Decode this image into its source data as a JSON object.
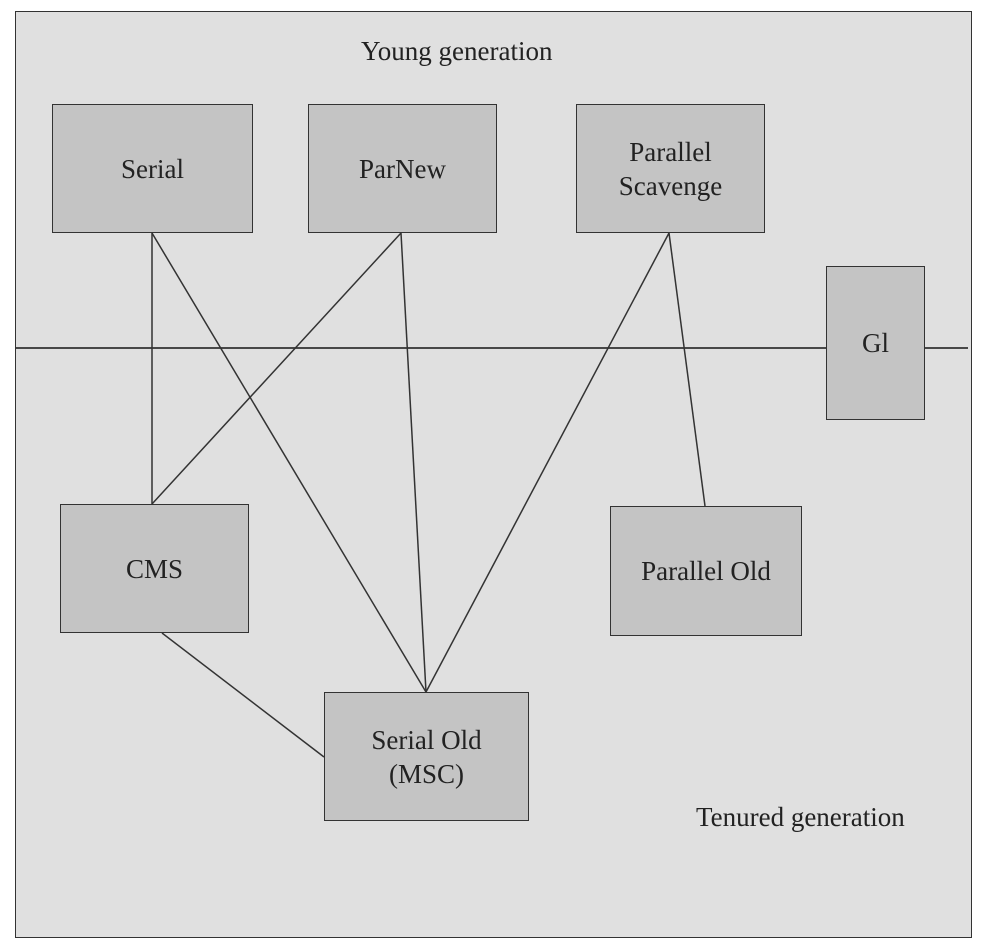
{
  "regions": {
    "young": "Young generation",
    "tenured": "Tenured generation"
  },
  "collectors": {
    "serial": "Serial",
    "parnew": "ParNew",
    "parallel_scavenge": "Parallel\nScavenge",
    "g1": "Gl",
    "cms": "CMS",
    "parallel_old": "Parallel Old",
    "serial_old": "Serial Old\n(MSC)"
  },
  "connections": [
    [
      "serial",
      "cms"
    ],
    [
      "serial",
      "serial_old"
    ],
    [
      "parnew",
      "cms"
    ],
    [
      "parnew",
      "serial_old"
    ],
    [
      "parallel_scavenge",
      "serial_old"
    ],
    [
      "parallel_scavenge",
      "parallel_old"
    ],
    [
      "cms",
      "serial_old"
    ]
  ],
  "colors": {
    "background": "#e0e0e0",
    "box": "#c4c4c4",
    "stroke": "#333333"
  }
}
